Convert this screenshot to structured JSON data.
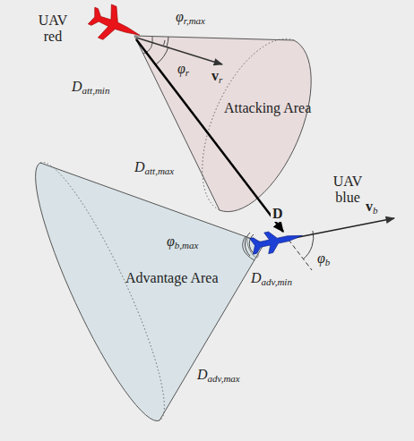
{
  "diagram": {
    "labels": [
      "UAV red",
      "φr,max",
      "vr",
      "φr",
      "Datt,min",
      "Attacking Area",
      "Datt,max",
      "D",
      "UAV blue",
      "vb",
      "φb,max",
      "φb",
      "Advantage Area",
      "Dadv,min",
      "Dadv,max"
    ]
  }
}
